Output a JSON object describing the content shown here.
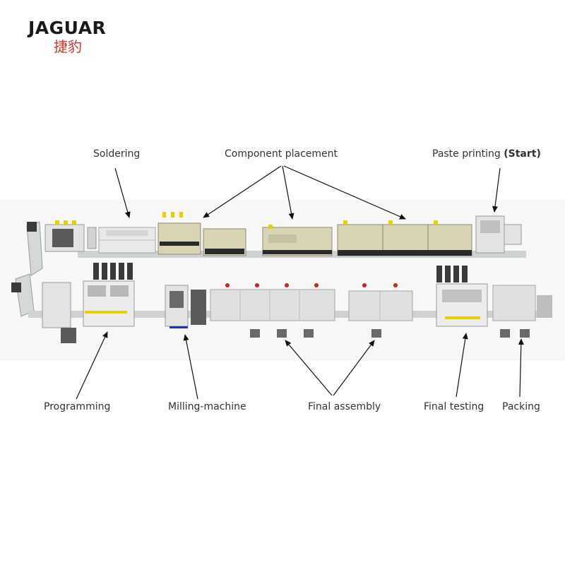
{
  "logo": {
    "text_en": "JAGUAR",
    "text_zh": "捷豹"
  },
  "stations": {
    "soldering": "Soldering",
    "component_placement": "Component placement",
    "paste_printing": "Paste printing",
    "paste_printing_start": "(Start)",
    "programming": "Programming",
    "milling_machine": "Milling-machine",
    "final_assembly": "Final assembly",
    "final_testing": "Final testing",
    "packing": "Packing"
  },
  "colors": {
    "machine_beige": "#d9d4b4",
    "machine_light": "#e3e3e3",
    "machine_grey": "#b9bcbc",
    "dark": "#3a3a3a",
    "conveyor": "#cfd2d2",
    "accent_yellow": "#e8d000",
    "accent_red": "#d22020",
    "accent_blue": "#2030c0",
    "logo_red": "#d0352f"
  }
}
